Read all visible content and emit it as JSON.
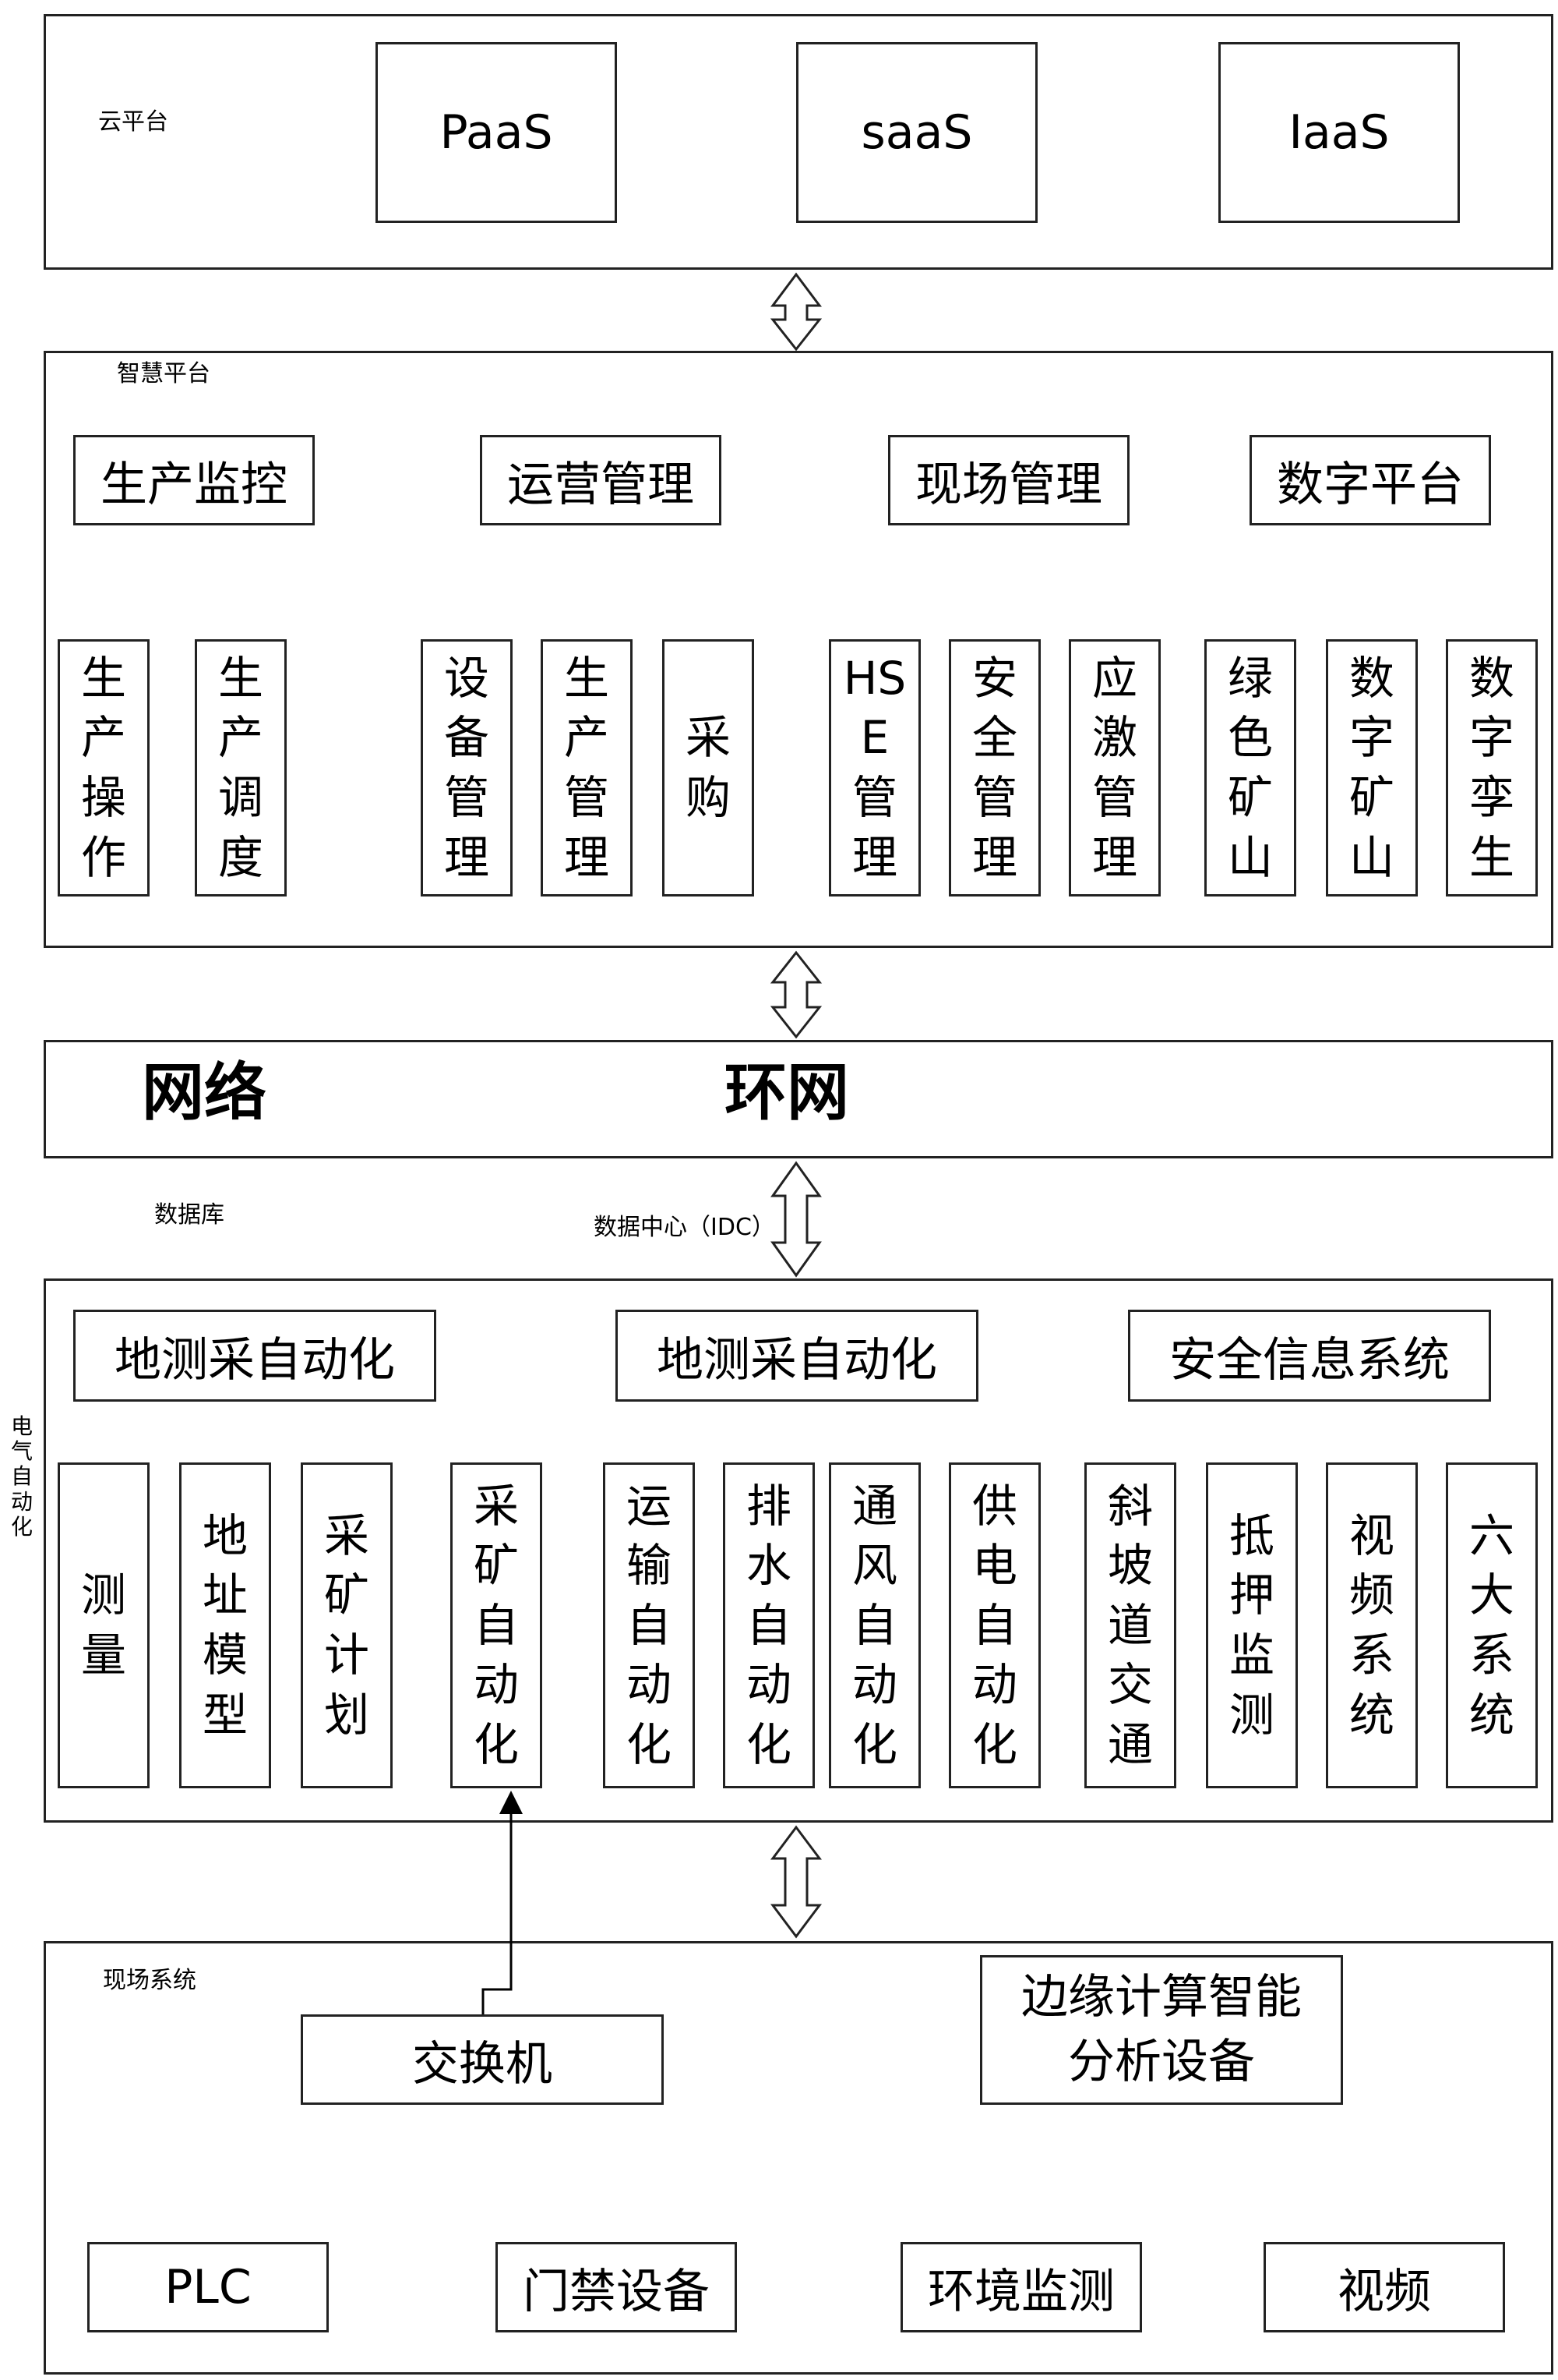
{
  "cloud": {
    "caption": "云平台",
    "items": [
      "PaaS",
      "saaS",
      "IaaS"
    ]
  },
  "smart": {
    "caption": "智慧平台",
    "headers": [
      "生产监控",
      "运营管理",
      "现场管理",
      "数字平台"
    ],
    "items": [
      "生产操作",
      "生产调度",
      "设备管理",
      "生产管理",
      "采购",
      "HSE管理",
      "安全管理",
      "应激管理",
      "绿色矿山",
      "数字矿山",
      "数字孪生"
    ]
  },
  "network": {
    "label": "网络",
    "ring": "环网"
  },
  "labels": {
    "database": "数据库",
    "idc": "数据中心（IDC）",
    "electric": "电气自动化"
  },
  "automation": {
    "headers": [
      "地测采自动化",
      "地测采自动化",
      "安全信息系统"
    ],
    "items": [
      "测量",
      "地址模型",
      "采矿计划",
      "采矿自动化",
      "运输自动化",
      "排水自动化",
      "通风自动化",
      "供电自动化",
      "斜坡道交通",
      "抵押监测",
      "视频系统",
      "六大系统"
    ]
  },
  "field": {
    "caption": "现场系统",
    "switch": "交换机",
    "edge": [
      "边缘计算智能",
      "分析设备"
    ],
    "devices": [
      "PLC",
      "门禁设备",
      "环境监测",
      "视频"
    ]
  }
}
